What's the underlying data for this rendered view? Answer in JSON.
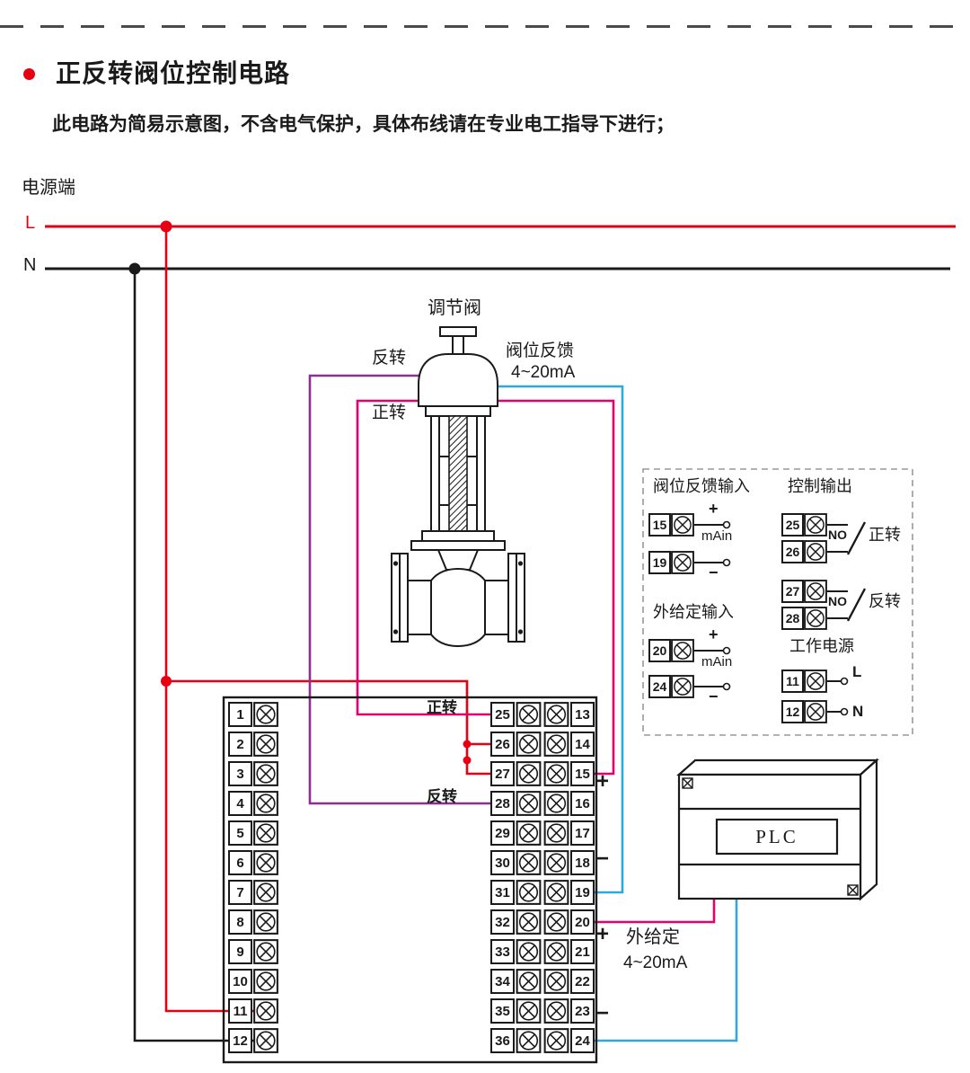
{
  "page": {
    "title": "正反转阀位控制电路",
    "note": "此电路为简易示意图，不含电气保护，具体布线请在专业电工指导下进行；"
  },
  "power": {
    "label": "电源端",
    "line_l": "L",
    "line_n": "N"
  },
  "valve": {
    "label": "调节阀",
    "reverse_label": "反转",
    "forward_label": "正转",
    "feedback_label": "阀位反馈",
    "feedback_range": "4~20mA"
  },
  "info_box": {
    "feedback_input": {
      "title": "阀位反馈输入",
      "plus": "+",
      "minus": "−",
      "unit": "mAin"
    },
    "control_output": {
      "title": "控制输出",
      "no_forward": "NO",
      "no_reverse": "NO",
      "forward": "正转",
      "reverse": "反转"
    },
    "external_input": {
      "title": "外给定输入",
      "plus": "+",
      "minus": "−",
      "unit": "mAin"
    },
    "working_power": {
      "title": "工作电源",
      "l": "L",
      "n": "N"
    },
    "terminal_numbers": [
      "15",
      "19",
      "25",
      "26",
      "27",
      "28",
      "20",
      "24",
      "11",
      "12"
    ]
  },
  "terminal_block": {
    "forward_label": "正转",
    "reverse_label": "反转",
    "feedback_plus": "+",
    "feedback_minus": "−",
    "setpoint_plus": "+",
    "setpoint_minus": "−",
    "left_numbers": [
      "1",
      "2",
      "3",
      "4",
      "5",
      "6",
      "7",
      "8",
      "9",
      "10",
      "11",
      "12"
    ],
    "mid_numbers": [
      "25",
      "26",
      "27",
      "28",
      "29",
      "30",
      "31",
      "32",
      "33",
      "34",
      "35",
      "36"
    ],
    "right_numbers": [
      "13",
      "14",
      "15",
      "16",
      "17",
      "18",
      "19",
      "20",
      "21",
      "22",
      "23",
      "24"
    ]
  },
  "plc": {
    "label": "PLC"
  },
  "external_setpoint": {
    "label": "外给定",
    "range": "4~20mA"
  },
  "colors": {
    "line_l": "#e60012",
    "line_n": "#1a1a1a",
    "wire_forward": "#e5006e",
    "wire_reverse": "#8b2f90",
    "wire_feedback": "#2fa8e0",
    "bullet": "#e60012"
  }
}
